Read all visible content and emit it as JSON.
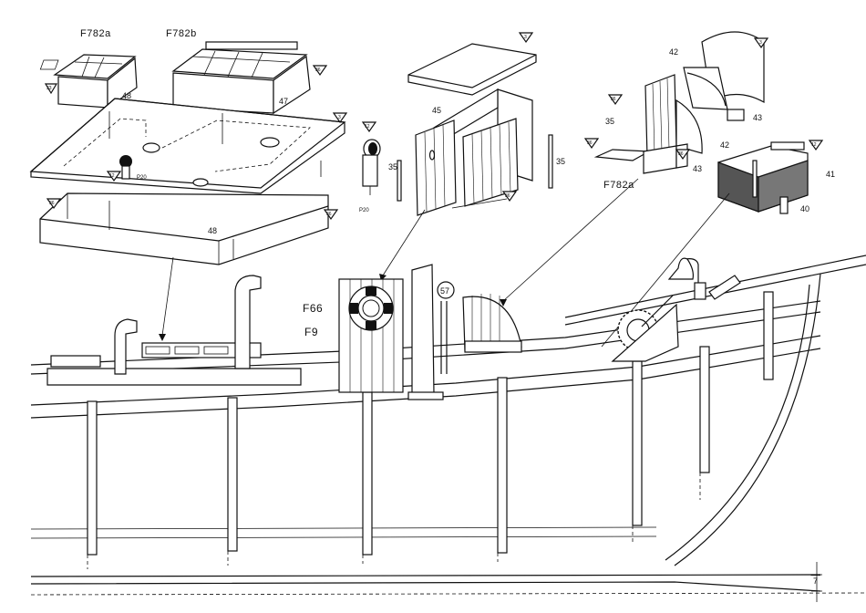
{
  "labels": {
    "f782a_top": "F782a",
    "f782b_top": "F782b",
    "f782a_right": "F782a",
    "f66": "F66",
    "f9": "F9",
    "n57": "57",
    "n48a": "48",
    "n48b": "48",
    "n47": "47",
    "n45": "45",
    "n35a": "35",
    "n35b": "35",
    "n35c": "35",
    "n42a": "42",
    "n42b": "42",
    "n43a": "43",
    "n43b": "43",
    "n41": "41",
    "n40": "40",
    "n7": "7",
    "p20a": "P20",
    "p20b": "P20"
  },
  "small_tags": {
    "t1": "33",
    "t2": "36",
    "t3": "3",
    "t4": "12",
    "t5": "12",
    "t6": "36",
    "t7": "36",
    "t8": "3",
    "t9": "36",
    "t10": "3",
    "t11": "36",
    "t12": "36",
    "t13": "36",
    "t14": "12"
  }
}
